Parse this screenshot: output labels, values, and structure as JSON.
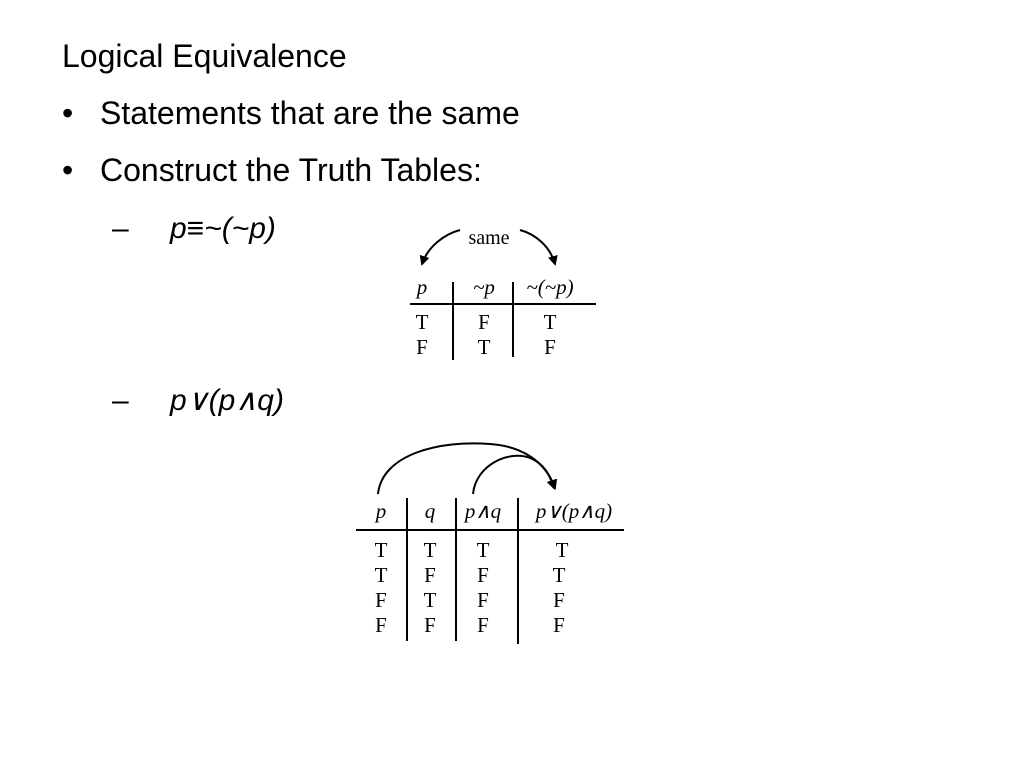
{
  "slide": {
    "title": "Logical Equivalence",
    "bullets": [
      "Statements that are the same",
      "Construct the Truth Tables:"
    ],
    "sub_items": [
      {
        "dash": "–",
        "expr": "p≡~(~p)"
      },
      {
        "dash": "–",
        "expr": "p∨(p∧q)"
      }
    ]
  },
  "table1": {
    "arrow_label": "same",
    "headers": [
      "p",
      "~p",
      "~(~p)"
    ],
    "rows": [
      [
        "T",
        "F",
        "T"
      ],
      [
        "F",
        "T",
        "F"
      ]
    ]
  },
  "table2": {
    "headers": [
      "p",
      "q",
      "p∧q",
      "p∨(p∧q)"
    ],
    "rows": [
      [
        "T",
        "T",
        "T",
        "T"
      ],
      [
        "T",
        "F",
        "F",
        "T"
      ],
      [
        "F",
        "T",
        "F",
        "F"
      ],
      [
        "F",
        "F",
        "F",
        "F"
      ]
    ]
  }
}
